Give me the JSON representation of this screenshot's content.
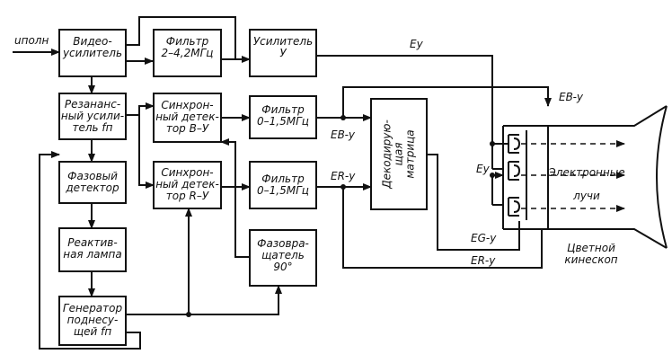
{
  "input_label": "uполн",
  "blocks": {
    "video_amp": "Видео-\nусилитель",
    "filter_hf": "Фильтр\n2–4,2МГц",
    "amp_y": "Усилитель\nУ",
    "resonant_amp": "Резананс-\nный усили-\nтель fп",
    "sync_det_b": "Синхрон-\nный детек-\nтор В–У",
    "filter_b": "Фильтр\n0–1,5МГц",
    "phase_det": "Фазовый\nдетектор",
    "sync_det_r": "Синхрон-\nный детек-\nтор R–У",
    "filter_r": "Фильтр\n0–1,5МГц",
    "reactive_lamp": "Реактив-\nная лампа",
    "phase_shifter": "Фазовра-\nщатель\n90°",
    "generator": "Генератор\nподнесу-\nщей  fп",
    "decoding_matrix": "Декодирую-\nщая\nматрица"
  },
  "signals": {
    "ey": "Eу",
    "eby_1": "EB-у",
    "eby_2": "EB-у",
    "ery_1": "ER-у",
    "ery_2": "ER-у",
    "egy": "EG-у",
    "ey_tube": "Eу"
  },
  "tube_labels": {
    "beams": "Электронные\nлучи",
    "tube": "Цветной\nкинескоп"
  }
}
